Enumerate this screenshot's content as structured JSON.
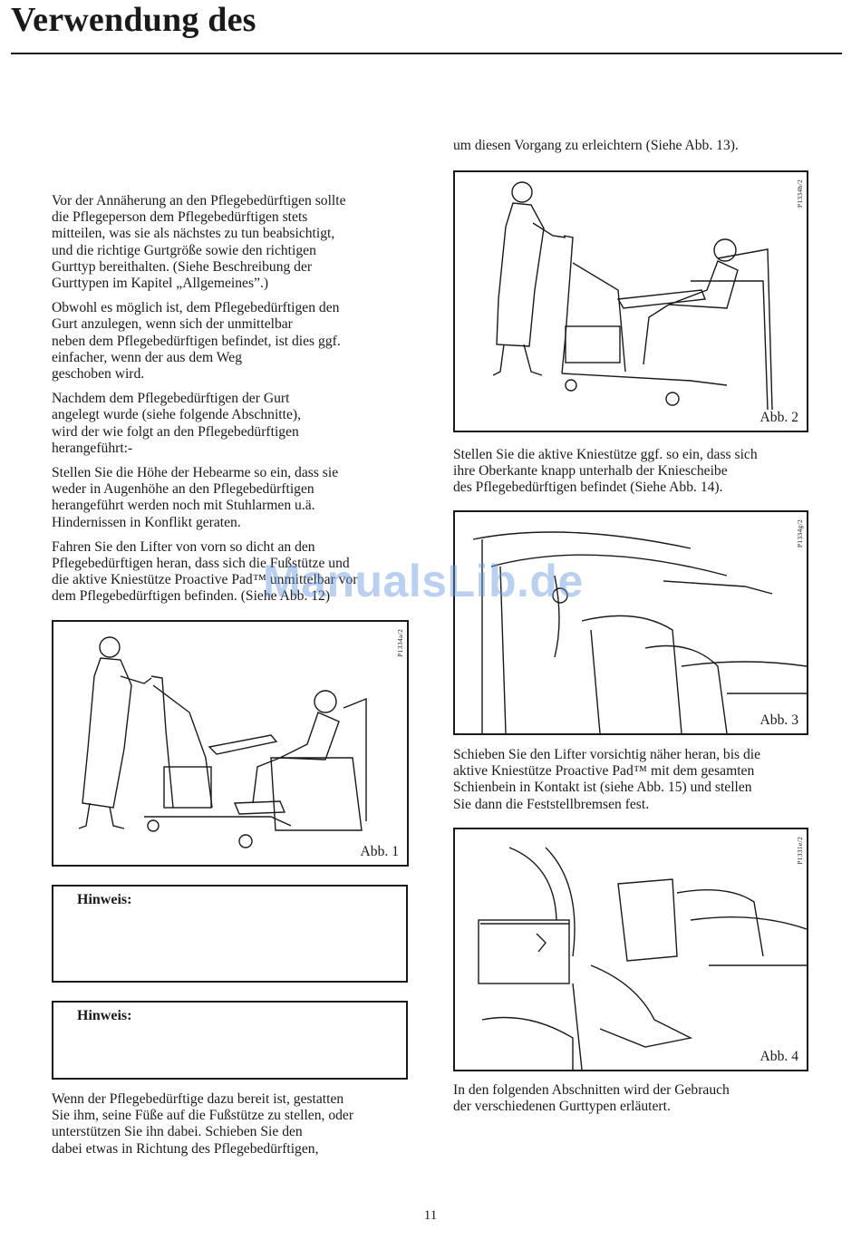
{
  "page": {
    "title": "Verwendung des",
    "page_number": "11",
    "watermark": "ManualsLib.de"
  },
  "left_column": {
    "paragraphs": [
      "Vor der Annäherung an den Pflegebedürftigen sollte\ndie Pflegeperson dem Pflegebedürftigen stets\nmitteilen, was sie als nächstes zu tun beabsichtigt,\nund die richtige Gurtgröße sowie den richtigen\nGurttyp bereithalten. (Siehe Beschreibung der\nGurttypen im Kapitel „Allgemeines”.)",
      "Obwohl es möglich ist, dem Pflegebedürftigen den\nGurt anzulegen, wenn sich der                    unmittelbar\nneben dem Pflegebedürftigen befindet, ist dies ggf.\neinfacher, wenn der                    aus dem Weg\ngeschoben wird.",
      "Nachdem dem Pflegebedürftigen der Gurt\nangelegt wurde (siehe folgende Abschnitte),\nwird der                wie folgt an den Pflegebedürftigen\nherangeführt:-",
      "Stellen Sie die Höhe der Hebearme so ein, dass sie\nweder in Augenhöhe an den Pflegebedürftigen\nherangeführt werden noch mit Stuhlarmen u.ä.\nHindernissen in Konflikt geraten.",
      "Fahren Sie den Lifter von vorn so dicht an den\nPflegebedürftigen heran, dass sich die Fußstütze und\ndie aktive Kniestütze Proactive Pad™ unmittelbar vor\ndem Pflegebedürftigen befinden. (Siehe Abb. 12)"
    ],
    "final_paragraph": "Wenn der Pflegebedürftige dazu bereit ist, gestatten\nSie ihm, seine Füße auf die Fußstütze zu stellen, oder\nunterstützen Sie ihn dabei. Schieben Sie den\n         dabei etwas in Richtung des Pflegebedürftigen,"
  },
  "right_column": {
    "top_line": "um diesen Vorgang zu erleichtern (Siehe Abb. 13).",
    "paragraph_2": "Stellen Sie die aktive Kniestütze ggf. so ein, dass sich\nihre Oberkante knapp unterhalb der Kniescheibe\ndes Pflegebedürftigen befindet (Siehe Abb. 14).",
    "paragraph_3": "Schieben Sie den Lifter vorsichtig näher heran, bis die\naktive Kniestütze Proactive Pad™ mit dem gesamten\nSchienbein in Kontakt ist (siehe Abb. 15) und stellen\nSie dann die Feststellbremsen fest.",
    "paragraph_4": "In den folgenden Abschnitten wird der Gebrauch\nder verschiedenen Gurttypen erläutert."
  },
  "figures": [
    {
      "label": "Abb. 1",
      "code": "P1334a/2"
    },
    {
      "label": "Abb. 2",
      "code": "P1334b/2"
    },
    {
      "label": "Abb. 3",
      "code": "P1334g/2"
    },
    {
      "label": "Abb. 4",
      "code": "P1331e/2"
    }
  ],
  "notes": [
    {
      "title": "Hinweis:"
    },
    {
      "title": "Hinweis:"
    }
  ]
}
